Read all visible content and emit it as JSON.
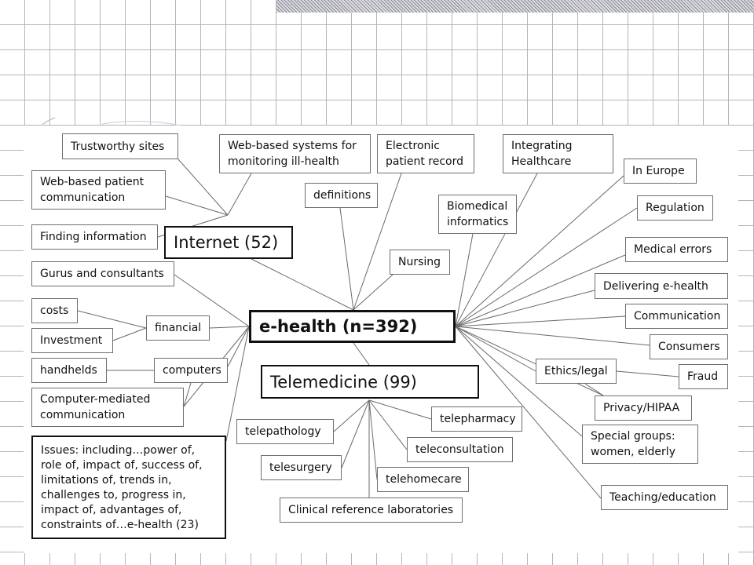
{
  "title": "",
  "decoration": {
    "hatch_color": "#8a8a95",
    "grid_color": "#b4b4bf"
  },
  "nodes": {
    "trustworthy": "Trustworthy sites",
    "webmonitor": "Web-based systems for\nmonitoring ill-health",
    "epr": "Electronic\npatient record",
    "integrating": "Integrating\nHealthcare",
    "webpatient": "Web-based patient\ncommunication",
    "definitions": "definitions",
    "ineurope": "In Europe",
    "biomedical": "Biomedical\ninformatics",
    "regulation": "Regulation",
    "finding": "Finding information",
    "internet": "Internet (52)",
    "nursing": "Nursing",
    "mederrors": "Medical errors",
    "gurus": "Gurus and consultants",
    "delivering": "Delivering e-health",
    "costs": "costs",
    "financial": "financial",
    "ehealth": "e-health (n=392)",
    "communication": "Communication",
    "investment": "Investment",
    "consumers": "Consumers",
    "handhelds": "handhelds",
    "computers": "computers",
    "ethics": "Ethics/legal",
    "fraud": "Fraud",
    "telemedicine": "Telemedicine (99)",
    "cmc": "Computer-mediated\ncommunication",
    "privacy": "Privacy/HIPAA",
    "telepharmacy": "telepharmacy",
    "telepathology": "telepathology",
    "special": "Special groups:\nwomen, elderly",
    "teleconsultation": "teleconsultation",
    "telesurgery": "telesurgery",
    "telehomecare": "telehomecare",
    "teaching": "Teaching/education",
    "clinical": "Clinical reference laboratories",
    "issues": "Issues: including…power of,\nrole of, impact of, success of,\nlimitations of, trends in,\nchallenges to, progress in,\nimpact of, advantages of,\nconstraints of…e-health (23)"
  },
  "links": [
    [
      "ehealth",
      "internet"
    ],
    [
      "ehealth",
      "definitions"
    ],
    [
      "ehealth",
      "epr"
    ],
    [
      "ehealth",
      "nursing"
    ],
    [
      "ehealth",
      "gurus"
    ],
    [
      "ehealth",
      "financial"
    ],
    [
      "ehealth",
      "computers"
    ],
    [
      "ehealth",
      "cmc"
    ],
    [
      "ehealth",
      "issues"
    ],
    [
      "ehealth",
      "telemedicine"
    ],
    [
      "ehealth",
      "biomedical"
    ],
    [
      "ehealth",
      "integrating"
    ],
    [
      "ehealth",
      "ineurope"
    ],
    [
      "ehealth",
      "regulation"
    ],
    [
      "ehealth",
      "mederrors"
    ],
    [
      "ehealth",
      "delivering"
    ],
    [
      "ehealth",
      "communication"
    ],
    [
      "ehealth",
      "consumers"
    ],
    [
      "ehealth",
      "ethics"
    ],
    [
      "ehealth",
      "privacy"
    ],
    [
      "ehealth",
      "special"
    ],
    [
      "ehealth",
      "teaching"
    ],
    [
      "internet",
      "trustworthy"
    ],
    [
      "internet",
      "webmonitor"
    ],
    [
      "internet",
      "webpatient"
    ],
    [
      "internet",
      "finding"
    ],
    [
      "financial",
      "costs"
    ],
    [
      "financial",
      "investment"
    ],
    [
      "computers",
      "handhelds"
    ],
    [
      "computers",
      "cmc"
    ],
    [
      "ethics",
      "fraud"
    ],
    [
      "ethics",
      "privacy"
    ],
    [
      "telemedicine",
      "telepharmacy"
    ],
    [
      "telemedicine",
      "telepathology"
    ],
    [
      "telemedicine",
      "teleconsultation"
    ],
    [
      "telemedicine",
      "telesurgery"
    ],
    [
      "telemedicine",
      "telehomecare"
    ],
    [
      "telemedicine",
      "clinical"
    ]
  ]
}
